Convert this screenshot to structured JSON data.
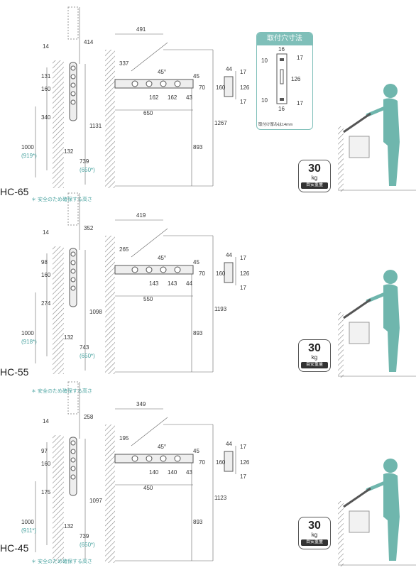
{
  "colors": {
    "accent": "#4aa3a0",
    "person": "#6fb6ad",
    "wall_hatch": "#888888"
  },
  "mount_holes": {
    "title": "取付穴寸法",
    "dims": [
      "16",
      "10",
      "126",
      "16",
      "10",
      "17",
      "17"
    ],
    "note": "取付け厚みは14mm"
  },
  "badge": {
    "weight": "30",
    "unit": "kg",
    "label": "目安重量"
  },
  "note": "＊ 安全のため確保する高さ",
  "sections": [
    {
      "model": "HC-65",
      "side": {
        "top": "414",
        "w": "14",
        "a": "131",
        "b": "160",
        "c": "340",
        "d": "1000",
        "d_t": "(919*)",
        "e": "132",
        "f": "739",
        "f_t": "(650*)",
        "g": "1131"
      },
      "front": {
        "reach": "491",
        "drop": "337",
        "angle": "45°",
        "x1": "162",
        "x2": "162",
        "x3": "43",
        "span": "650",
        "h1": "45",
        "h2": "70",
        "floor": "893",
        "total": "1267"
      },
      "bracket": {
        "w": "44",
        "h": "17",
        "mid": "160",
        "mid2": "126",
        "bot": "17"
      }
    },
    {
      "model": "HC-55",
      "side": {
        "top": "352",
        "w": "14",
        "a": "98",
        "b": "160",
        "c": "274",
        "d": "1000",
        "d_t": "(918*)",
        "e": "132",
        "f": "743",
        "f_t": "(650*)",
        "g": "1098"
      },
      "front": {
        "reach": "419",
        "drop": "265",
        "angle": "45°",
        "x1": "143",
        "x2": "143",
        "x3": "44",
        "span": "550",
        "h1": "45",
        "h2": "70",
        "floor": "893",
        "total": "1193"
      },
      "bracket": {
        "w": "44",
        "h": "17",
        "mid": "160",
        "mid2": "126",
        "bot": "17"
      }
    },
    {
      "model": "HC-45",
      "side": {
        "top": "258",
        "w": "14",
        "a": "97",
        "b": "160",
        "c": "175",
        "d": "1000",
        "d_t": "(911*)",
        "e": "132",
        "f": "739",
        "f_t": "(650*)",
        "g": "1097"
      },
      "front": {
        "reach": "349",
        "drop": "195",
        "angle": "45°",
        "x1": "140",
        "x2": "140",
        "x3": "43",
        "span": "450",
        "h1": "45",
        "h2": "70",
        "floor": "893",
        "total": "1123"
      },
      "bracket": {
        "w": "44",
        "h": "17",
        "mid": "160",
        "mid2": "126",
        "bot": "17"
      }
    }
  ]
}
